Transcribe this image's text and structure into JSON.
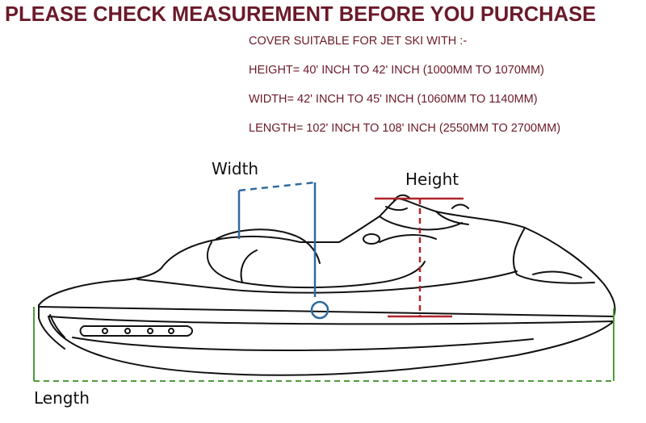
{
  "header": {
    "title": "PLEASE CHECK MEASUREMENT BEFORE YOU PURCHASE",
    "title_color": "#6b1a2a"
  },
  "specs": {
    "text_color": "#6b1a2a",
    "lines": [
      "COVER SUITABLE  FOR JET SKI WITH :-",
      "HEIGHT= 40' INCH TO 42' INCH (1000MM TO 1070MM)",
      "WIDTH=  42' INCH TO 45' INCH (1060MM TO 1140MM)",
      "LENGTH= 102' INCH TO 108' INCH (2550MM TO 2700MM)"
    ]
  },
  "diagram": {
    "width_label": "Width",
    "height_label": "Height",
    "length_label": "Length",
    "colors": {
      "width_marker": "#2f6aa0",
      "height_marker": "#b0252a",
      "length_marker": "#4f9a3c",
      "outline": "#111111"
    }
  }
}
